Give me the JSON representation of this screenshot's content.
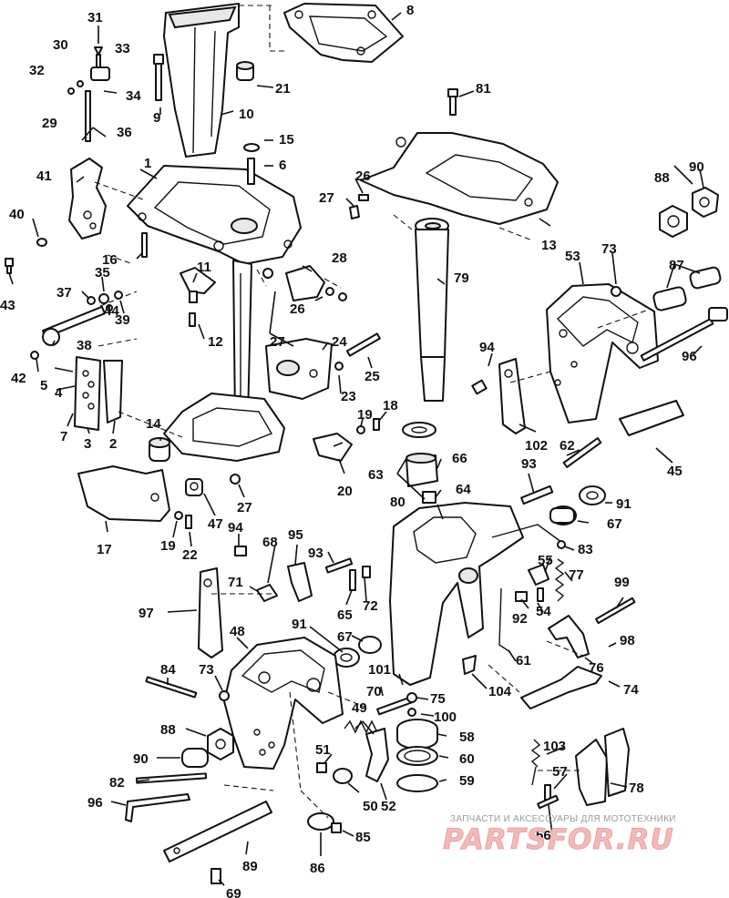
{
  "diagram": {
    "callouts": [
      {
        "id": "c1",
        "text": "1"
      },
      {
        "id": "c2",
        "text": "2"
      },
      {
        "id": "c3",
        "text": "3"
      },
      {
        "id": "c4",
        "text": "4"
      },
      {
        "id": "c5",
        "text": "5"
      },
      {
        "id": "c6",
        "text": "6"
      },
      {
        "id": "c7",
        "text": "7"
      },
      {
        "id": "c8",
        "text": "8"
      },
      {
        "id": "c9",
        "text": "9"
      },
      {
        "id": "c10",
        "text": "10"
      },
      {
        "id": "c11",
        "text": "11"
      },
      {
        "id": "c12",
        "text": "12"
      },
      {
        "id": "c13",
        "text": "13"
      },
      {
        "id": "c14",
        "text": "14"
      },
      {
        "id": "c15",
        "text": "15"
      },
      {
        "id": "c16",
        "text": "16"
      },
      {
        "id": "c17",
        "text": "17"
      },
      {
        "id": "c18",
        "text": "18"
      },
      {
        "id": "c19a",
        "text": "19"
      },
      {
        "id": "c19b",
        "text": "19"
      },
      {
        "id": "c20",
        "text": "20"
      },
      {
        "id": "c21",
        "text": "21"
      },
      {
        "id": "c22",
        "text": "22"
      },
      {
        "id": "c23",
        "text": "23"
      },
      {
        "id": "c24",
        "text": "24"
      },
      {
        "id": "c25",
        "text": "25"
      },
      {
        "id": "c26a",
        "text": "26"
      },
      {
        "id": "c26b",
        "text": "26"
      },
      {
        "id": "c27a",
        "text": "27"
      },
      {
        "id": "c27b",
        "text": "27"
      },
      {
        "id": "c27c",
        "text": "27"
      },
      {
        "id": "c28",
        "text": "28"
      },
      {
        "id": "c29",
        "text": "29"
      },
      {
        "id": "c30",
        "text": "30"
      },
      {
        "id": "c31",
        "text": "31"
      },
      {
        "id": "c32",
        "text": "32"
      },
      {
        "id": "c33",
        "text": "33"
      },
      {
        "id": "c34",
        "text": "34"
      },
      {
        "id": "c35",
        "text": "35"
      },
      {
        "id": "c36",
        "text": "36"
      },
      {
        "id": "c37",
        "text": "37"
      },
      {
        "id": "c38",
        "text": "38"
      },
      {
        "id": "c39",
        "text": "39"
      },
      {
        "id": "c40",
        "text": "40"
      },
      {
        "id": "c41",
        "text": "41"
      },
      {
        "id": "c42",
        "text": "42"
      },
      {
        "id": "c43",
        "text": "43"
      },
      {
        "id": "c44",
        "text": "44"
      },
      {
        "id": "c45",
        "text": "45"
      },
      {
        "id": "c47",
        "text": "47"
      },
      {
        "id": "c48",
        "text": "48"
      },
      {
        "id": "c49",
        "text": "49"
      },
      {
        "id": "c50",
        "text": "50"
      },
      {
        "id": "c51",
        "text": "51"
      },
      {
        "id": "c52",
        "text": "52"
      },
      {
        "id": "c53",
        "text": "53"
      },
      {
        "id": "c54",
        "text": "54"
      },
      {
        "id": "c55",
        "text": "55"
      },
      {
        "id": "c56",
        "text": "56"
      },
      {
        "id": "c57",
        "text": "57"
      },
      {
        "id": "c58",
        "text": "58"
      },
      {
        "id": "c59",
        "text": "59"
      },
      {
        "id": "c60",
        "text": "60"
      },
      {
        "id": "c61",
        "text": "61"
      },
      {
        "id": "c62",
        "text": "62"
      },
      {
        "id": "c63",
        "text": "63"
      },
      {
        "id": "c64",
        "text": "64"
      },
      {
        "id": "c65",
        "text": "65"
      },
      {
        "id": "c66",
        "text": "66"
      },
      {
        "id": "c67a",
        "text": "67"
      },
      {
        "id": "c67b",
        "text": "67"
      },
      {
        "id": "c68",
        "text": "68"
      },
      {
        "id": "c69",
        "text": "69"
      },
      {
        "id": "c70",
        "text": "70"
      },
      {
        "id": "c71",
        "text": "71"
      },
      {
        "id": "c72",
        "text": "72"
      },
      {
        "id": "c73a",
        "text": "73"
      },
      {
        "id": "c73b",
        "text": "73"
      },
      {
        "id": "c74",
        "text": "74"
      },
      {
        "id": "c75",
        "text": "75"
      },
      {
        "id": "c76",
        "text": "76"
      },
      {
        "id": "c77",
        "text": "77"
      },
      {
        "id": "c78",
        "text": "78"
      },
      {
        "id": "c79",
        "text": "79"
      },
      {
        "id": "c80",
        "text": "80"
      },
      {
        "id": "c81",
        "text": "81"
      },
      {
        "id": "c82",
        "text": "82"
      },
      {
        "id": "c83",
        "text": "83"
      },
      {
        "id": "c84",
        "text": "84"
      },
      {
        "id": "c85",
        "text": "85"
      },
      {
        "id": "c86",
        "text": "86"
      },
      {
        "id": "c87",
        "text": "87"
      },
      {
        "id": "c88a",
        "text": "88"
      },
      {
        "id": "c88b",
        "text": "88"
      },
      {
        "id": "c89",
        "text": "89"
      },
      {
        "id": "c90a",
        "text": "90"
      },
      {
        "id": "c90b",
        "text": "90"
      },
      {
        "id": "c91a",
        "text": "91"
      },
      {
        "id": "c91b",
        "text": "91"
      },
      {
        "id": "c92",
        "text": "92"
      },
      {
        "id": "c93a",
        "text": "93"
      },
      {
        "id": "c93b",
        "text": "93"
      },
      {
        "id": "c94a",
        "text": "94"
      },
      {
        "id": "c94b",
        "text": "94"
      },
      {
        "id": "c95",
        "text": "95"
      },
      {
        "id": "c96a",
        "text": "96"
      },
      {
        "id": "c96b",
        "text": "96"
      },
      {
        "id": "c97",
        "text": "97"
      },
      {
        "id": "c98",
        "text": "98"
      },
      {
        "id": "c99",
        "text": "99"
      },
      {
        "id": "c100",
        "text": "100"
      },
      {
        "id": "c101",
        "text": "101"
      },
      {
        "id": "c102",
        "text": "102"
      },
      {
        "id": "c103",
        "text": "103"
      },
      {
        "id": "c104",
        "text": "104"
      }
    ]
  },
  "watermark": {
    "tagline": "ЗАПЧАСТИ И АКСЕССУАРЫ ДЛЯ МОТОТЕХНИКИ",
    "logo": "PARTSFOR.RU"
  }
}
